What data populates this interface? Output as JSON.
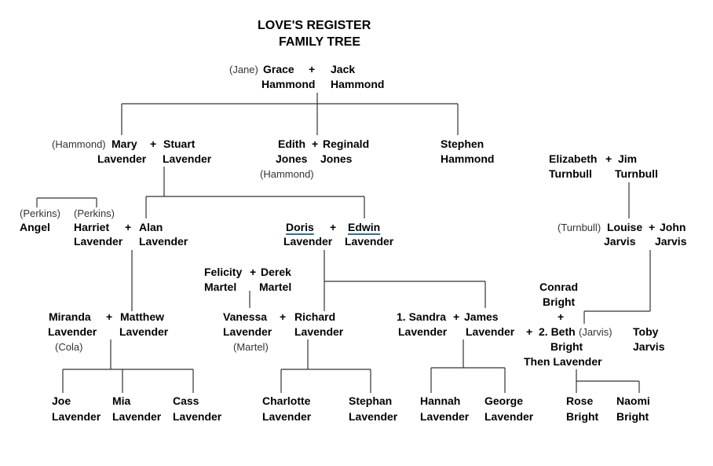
{
  "title_line1": "LOVE'S REGISTER",
  "title_line2": "FAMILY TREE",
  "gen1": {
    "grace_maiden": "(Jane)",
    "grace_first": "Grace",
    "grace_last": "Hammond",
    "plus": "+",
    "jack_first": "Jack",
    "jack_last": "Hammond"
  },
  "gen2": {
    "mary_maiden": "(Hammond)",
    "mary_first": "Mary",
    "mary_last": "Lavender",
    "stuart_first": "Stuart",
    "stuart_last": "Lavender",
    "edith_first": "Edith",
    "edith_last": "Jones",
    "edith_maiden": "(Hammond)",
    "reginald_first": "Reginald",
    "reginald_last": "Jones",
    "stephen_first": "Stephen",
    "stephen_last": "Hammond",
    "elizabeth_first": "Elizabeth",
    "elizabeth_last": "Turnbull",
    "jim_first": "Jim",
    "jim_last": "Turnbull"
  },
  "gen3": {
    "angel_maiden": "(Perkins)",
    "angel_first": "Angel",
    "harriet_maiden": "(Perkins)",
    "harriet_first": "Harriet",
    "harriet_last": "Lavender",
    "alan_first": "Alan",
    "alan_last": "Lavender",
    "doris_first": "Doris",
    "doris_last": "Lavender",
    "edwin_first": "Edwin",
    "edwin_last": "Lavender",
    "louise_maiden": "(Turnbull)",
    "louise_first": "Louise",
    "louise_last": "Jarvis",
    "john_first": "John",
    "john_last": "Jarvis",
    "felicity_first": "Felicity",
    "felicity_last": "Martel",
    "derek_first": "Derek",
    "derek_last": "Martel",
    "conrad_first": "Conrad",
    "conrad_last": "Bright"
  },
  "gen4": {
    "miranda_first": "Miranda",
    "miranda_last": "Lavender",
    "miranda_maiden": "(Cola)",
    "matthew_first": "Matthew",
    "matthew_last": "Lavender",
    "vanessa_first": "Vanessa",
    "vanessa_last": "Lavender",
    "vanessa_maiden": "(Martel)",
    "richard_first": "Richard",
    "richard_last": "Lavender",
    "sandra_first": "1. Sandra",
    "sandra_last": "Lavender",
    "james_first": "James",
    "james_last": "Lavender",
    "beth_first": "2. Beth",
    "beth_maiden": "(Jarvis)",
    "beth_last": "Bright",
    "beth_then": "Then Lavender",
    "toby_first": "Toby",
    "toby_last": "Jarvis"
  },
  "gen5": {
    "joe_first": "Joe",
    "joe_last": "Lavender",
    "mia_first": "Mia",
    "mia_last": "Lavender",
    "cass_first": "Cass",
    "cass_last": "Lavender",
    "charlotte_first": "Charlotte",
    "charlotte_last": "Lavender",
    "stephan_first": "Stephan",
    "stephan_last": "Lavender",
    "hannah_first": "Hannah",
    "hannah_last": "Lavender",
    "george_first": "George",
    "george_last": "Lavender",
    "rose_first": "Rose",
    "rose_last": "Bright",
    "naomi_first": "Naomi",
    "naomi_last": "Bright"
  },
  "symbols": {
    "plus": "+"
  }
}
